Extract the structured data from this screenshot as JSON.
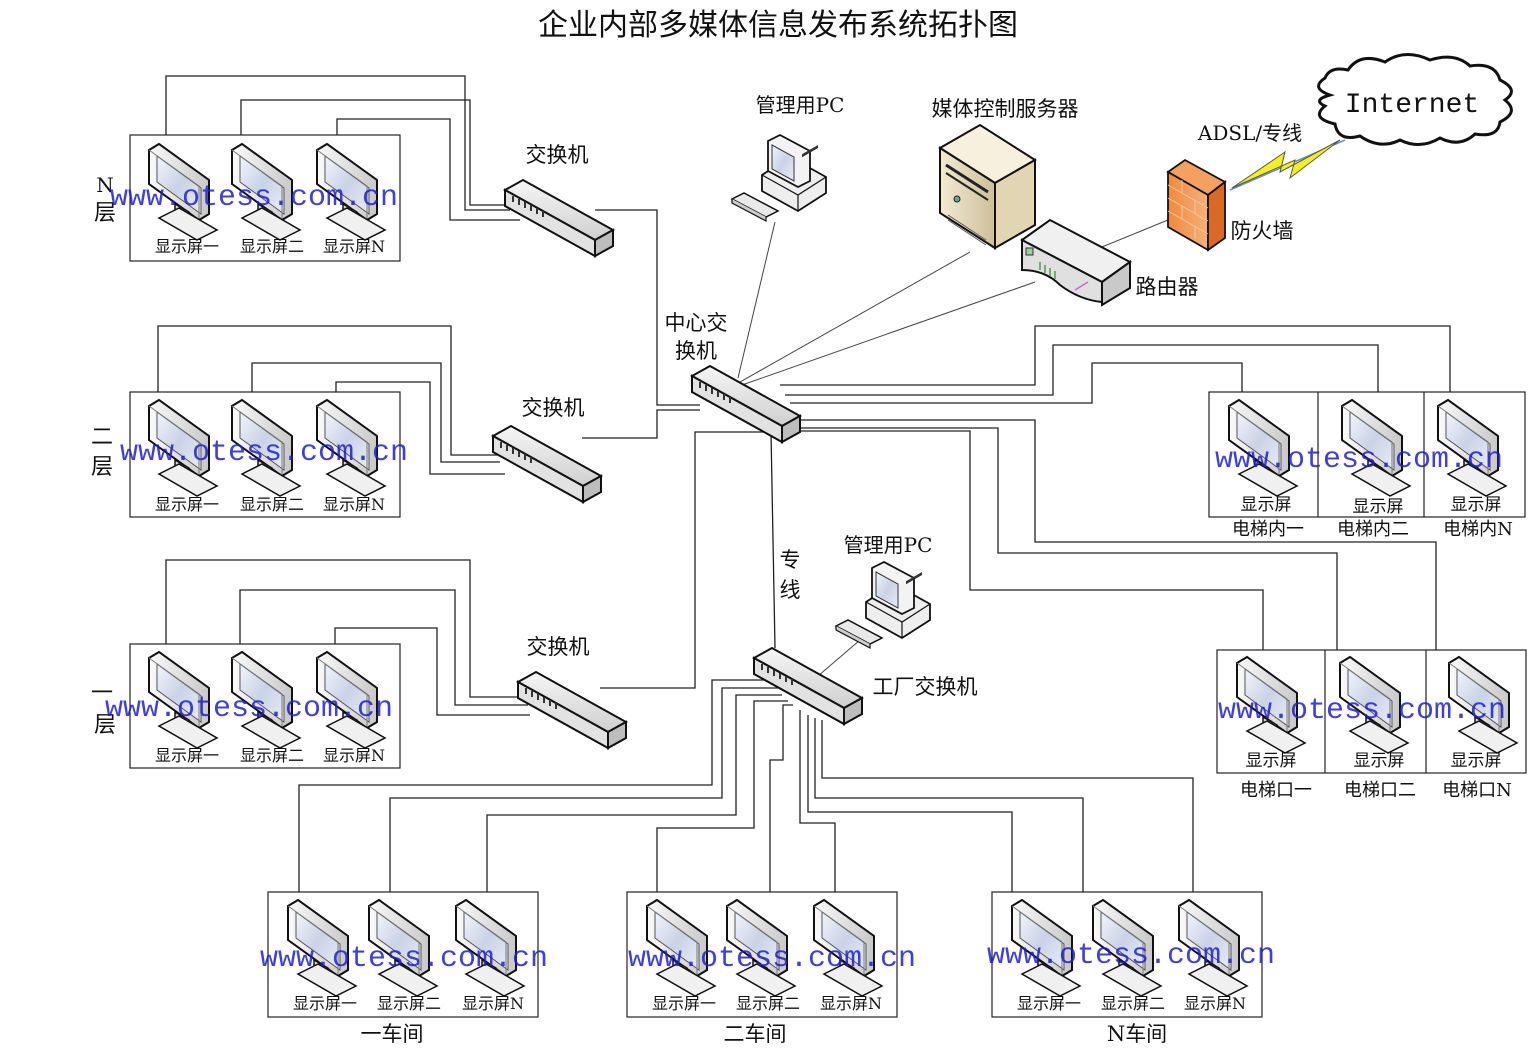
{
  "title": "企业内部多媒体信息发布系统拓扑图",
  "watermark": "www.otess.com.cn",
  "core": {
    "center_switch_label_line1": "中心交",
    "center_switch_label_line2": "换机",
    "admin_pc_label": "管理用PC",
    "media_server_label": "媒体控制服务器",
    "router_label": "路由器",
    "firewall_label": "防火墙",
    "link_label": "ADSL/专线",
    "internet_label": "Internet"
  },
  "floors": [
    {
      "id": "floor-n",
      "label_line1": "N",
      "label_line2": "层",
      "switch_label": "交换机",
      "screens": [
        "显示屏一",
        "显示屏二",
        "显示屏N"
      ]
    },
    {
      "id": "floor-2",
      "label_line1": "二",
      "label_line2": "层",
      "switch_label": "交换机",
      "screens": [
        "显示屏一",
        "显示屏二",
        "显示屏N"
      ]
    },
    {
      "id": "floor-1",
      "label_line1": "一",
      "label_line2": "层",
      "switch_label": "交换机",
      "screens": [
        "显示屏一",
        "显示屏二",
        "显示屏N"
      ]
    }
  ],
  "elevator_inside": {
    "screens": [
      {
        "screen": "显示屏",
        "caption": "电梯内一"
      },
      {
        "screen": "显示屏",
        "caption": "电梯内二"
      },
      {
        "screen": "显示屏",
        "caption": "电梯内N"
      }
    ]
  },
  "elevator_entrance": {
    "screens": [
      {
        "screen": "显示屏",
        "caption": "电梯口一"
      },
      {
        "screen": "显示屏",
        "caption": "电梯口二"
      },
      {
        "screen": "显示屏",
        "caption": "电梯口N"
      }
    ]
  },
  "factory": {
    "dedicated_line_label_1": "专",
    "dedicated_line_label_2": "线",
    "admin_pc_label": "管理用PC",
    "switch_label": "工厂交换机",
    "workshops": [
      {
        "id": "ws-1",
        "label": "一车间",
        "screens": [
          "显示屏一",
          "显示屏二",
          "显示屏N"
        ]
      },
      {
        "id": "ws-2",
        "label": "二车间",
        "screens": [
          "显示屏一",
          "显示屏二",
          "显示屏N"
        ]
      },
      {
        "id": "ws-n",
        "label": "N车间",
        "screens": [
          "显示屏一",
          "显示屏二",
          "显示屏N"
        ]
      }
    ]
  }
}
